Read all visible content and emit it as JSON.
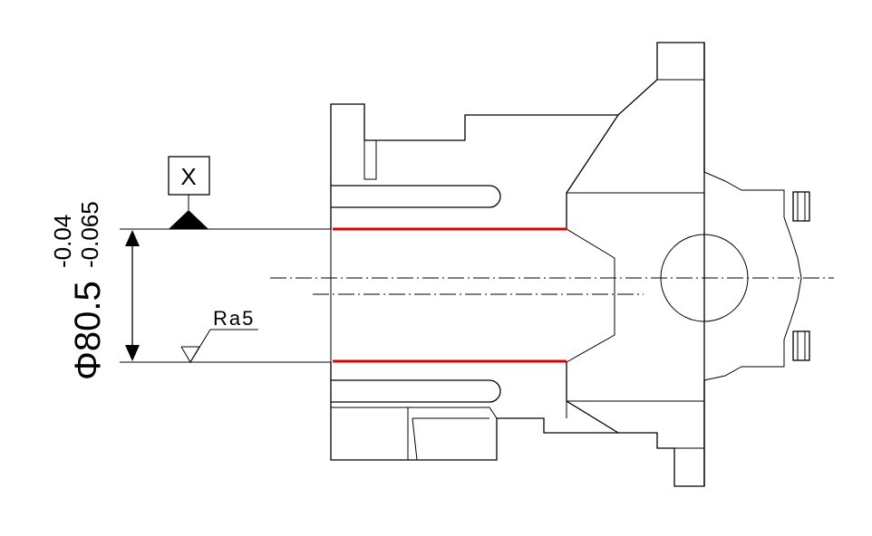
{
  "dimension": {
    "symbol": "Φ",
    "nominal": "80.5",
    "upper_deviation": "-0.04",
    "lower_deviation": "-0.065"
  },
  "datum": {
    "label": "X"
  },
  "roughness": {
    "label": "Ra5"
  },
  "colors": {
    "bore_highlight": "#e00000",
    "line": "#000000"
  }
}
